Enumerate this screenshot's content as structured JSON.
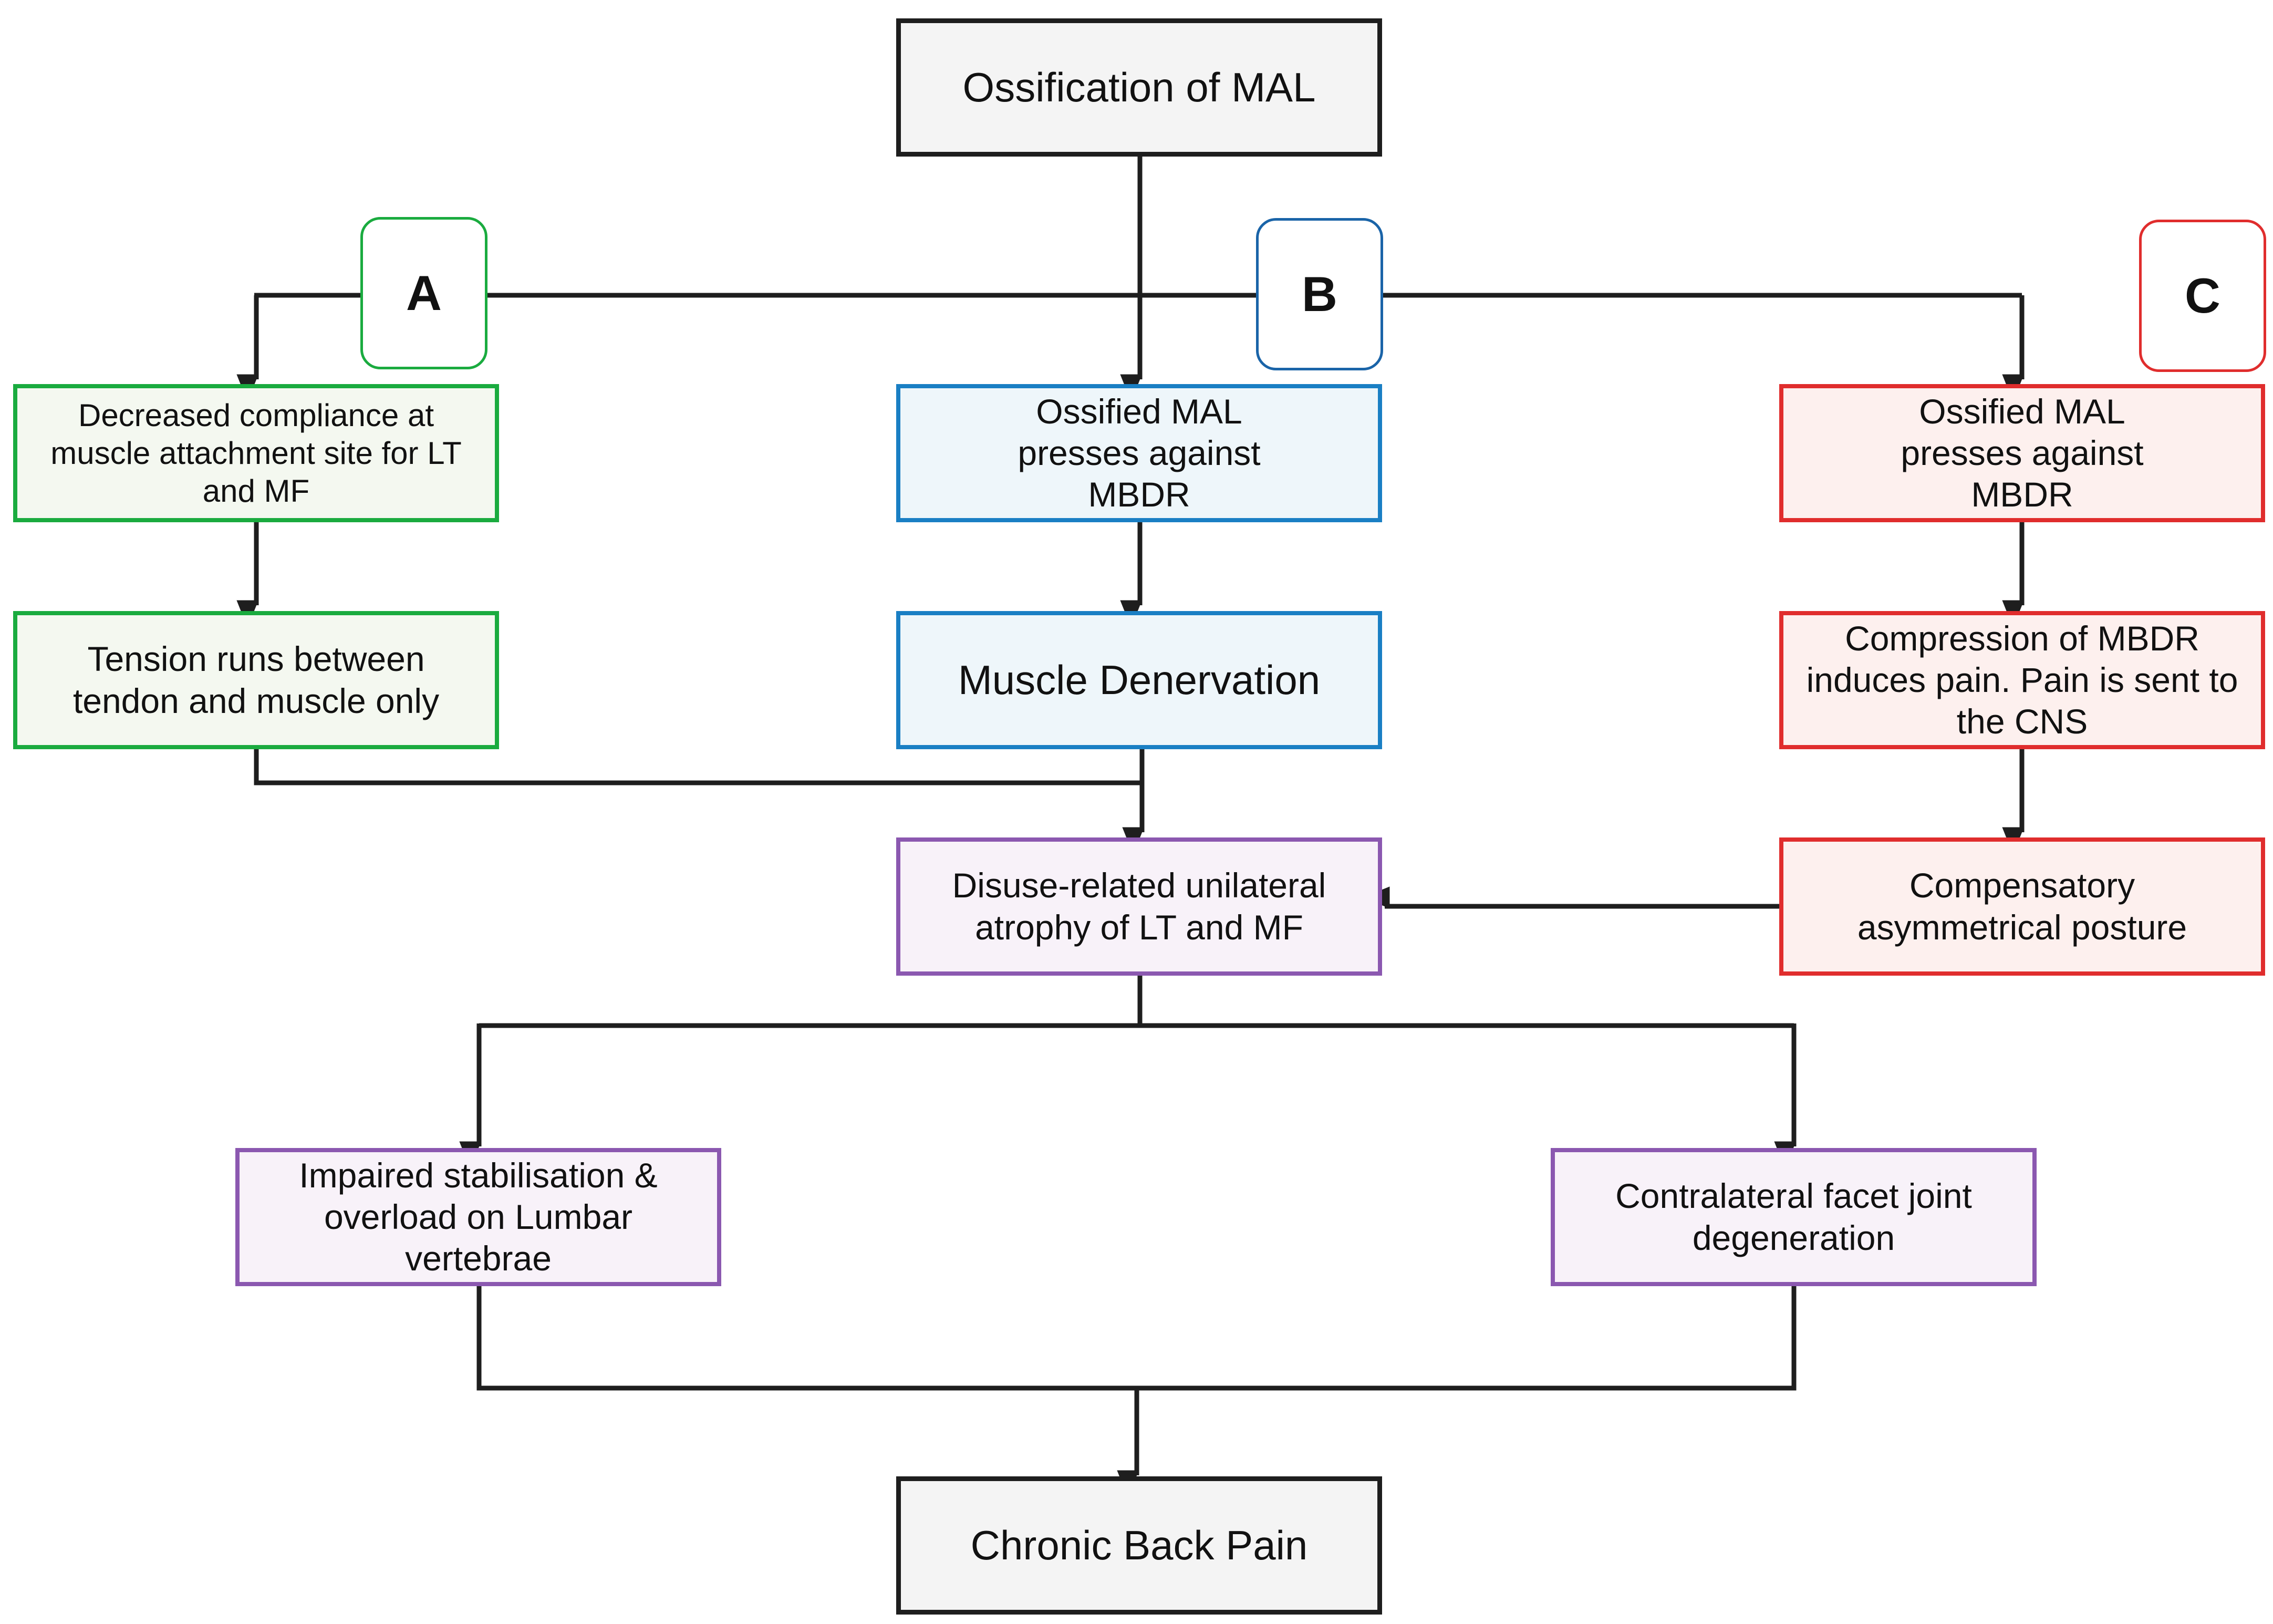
{
  "top": {
    "text": "Ossification of MAL"
  },
  "branch_labels": {
    "a": "A",
    "b": "B",
    "c": "C"
  },
  "branch_a": {
    "step1": "Decreased compliance at muscle attachment site for LT and MF",
    "step2": "Tension runs between tendon and muscle only"
  },
  "branch_b": {
    "step1": "Ossified MAL presses against MBDR",
    "step2": "Muscle Denervation"
  },
  "branch_c": {
    "step1": "Ossified MAL presses against MBDR",
    "step2": "Compression of MBDR induces pain. Pain is sent to the CNS",
    "step3": "Compensatory asymmetrical posture"
  },
  "atrophy": {
    "text": "Disuse-related unilateral atrophy of LT and MF"
  },
  "outcomes": {
    "left": "Impaired stabilisation & overload on Lumbar vertebrae",
    "right": "Contralateral facet joint degeneration"
  },
  "final": {
    "text": "Chronic Back Pain"
  },
  "colors": {
    "line": "#1e1e1e",
    "branch_a": "#1aab3f",
    "branch_b": "#1a7fc4",
    "branch_c": "#e02d2d",
    "shared": "#8b58b0"
  }
}
